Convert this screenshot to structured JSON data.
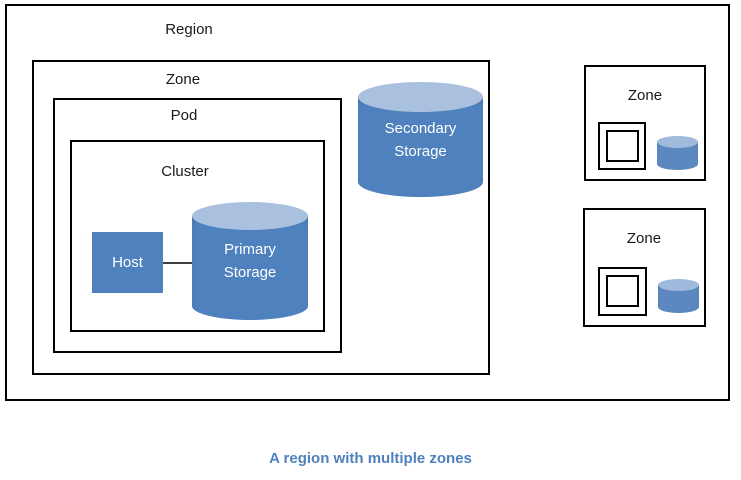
{
  "diagram": {
    "region": {
      "label": "Region"
    },
    "main_zone": {
      "label": "Zone"
    },
    "pod": {
      "label": "Pod"
    },
    "cluster": {
      "label": "Cluster"
    },
    "host": {
      "label": "Host"
    },
    "primary_storage": {
      "label": "Primary Storage"
    },
    "secondary_storage": {
      "label": "Secondary Storage"
    },
    "side_zones": [
      {
        "label": "Zone"
      },
      {
        "label": "Zone"
      }
    ],
    "caption": "A region with multiple zones"
  },
  "colors": {
    "shape_blue": "#4E81BD",
    "cylinder_top": "#A9C0DE",
    "small_cylinder": "#5C88BF",
    "small_cylinder_top": "#9FBADC",
    "caption_text": "#4E81BD",
    "border_black": "#000000"
  }
}
